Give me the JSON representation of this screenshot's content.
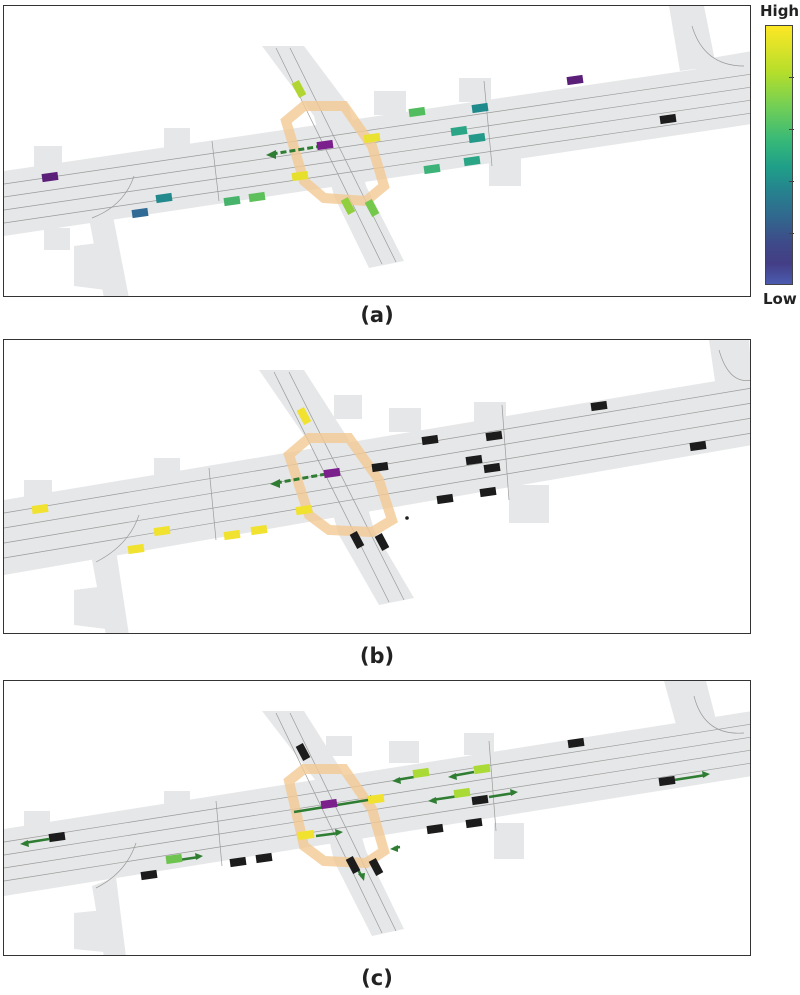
{
  "captions": {
    "a": "(a)",
    "b": "(b)",
    "c": "(c)"
  },
  "colorbar": {
    "high_label": "High",
    "low_label": "Low"
  },
  "colors": {
    "road": "#e6e7e8",
    "lane_line": "#9a9a9a",
    "intersection_zone": "#f3c994",
    "ego_vehicle": "#7a1f8c",
    "arrow": "#2e7d32",
    "masked_vehicle": "#1c1c1c"
  }
}
